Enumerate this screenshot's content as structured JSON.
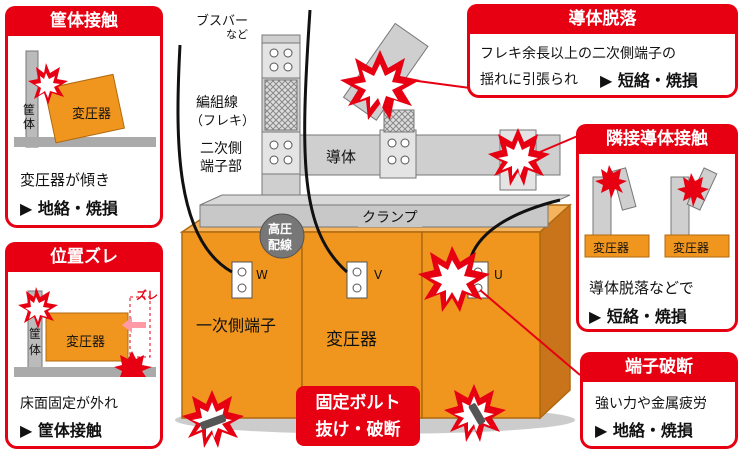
{
  "diagram": {
    "busbar_label": "ブスバー",
    "busbar_sub": "など",
    "braided_label": "編組線",
    "braided_sub": "（フレキ）",
    "secondary_terminal": [
      "二次側",
      "端子部"
    ],
    "conductor_label": "導体",
    "clamp_label": "クランプ",
    "hv_wire": [
      "高圧",
      "配線"
    ],
    "phase_w": "W",
    "phase_v": "V",
    "phase_u": "U",
    "primary_terminal": "一次側端子",
    "transformer_label": "変圧器"
  },
  "card_case_contact": {
    "title": "筐体接触",
    "housing": [
      "筐",
      "体"
    ],
    "transformer": "変圧器",
    "line1": "変圧器が傾き",
    "line2": "▶ 地絡・焼損"
  },
  "card_misalign": {
    "title": "位置ズレ",
    "shift": "ズレ",
    "housing": [
      "筐",
      "体"
    ],
    "transformer": "変圧器",
    "line1": "床面固定が外れ",
    "line2": "▶ 筐体接触"
  },
  "card_detach": {
    "title": "導体脱落",
    "line1": "フレキ余長以上の二次側端子の",
    "line2a": "揺れに引張られ",
    "line2b": "▶ 短絡・焼損"
  },
  "card_adjacent": {
    "title": "隣接導体接触",
    "transformer_a": "変圧器",
    "transformer_b": "変圧器",
    "line1": "導体脱落などで",
    "line2": "▶ 短絡・焼損"
  },
  "card_terminal_break": {
    "title": "端子破断",
    "line1": "強い力や金属疲労",
    "line2": "▶ 地絡・焼損"
  },
  "bolt_badge": {
    "line1": "固定ボルト",
    "line2": "抜け・破断"
  },
  "colors": {
    "accent": "#e60012",
    "transformer": "#f0961e",
    "metal": "#c8c8c8"
  }
}
